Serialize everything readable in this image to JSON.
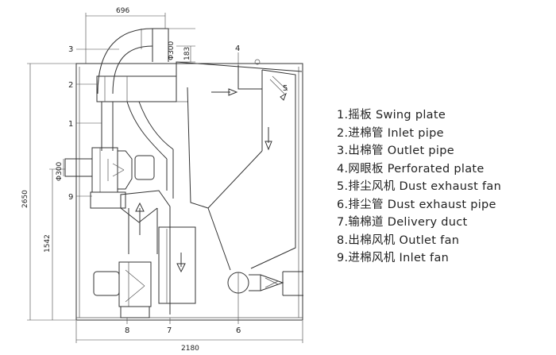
{
  "dimensions": {
    "width_top": "696",
    "width_bottom": "2180",
    "height_total": "2650",
    "height_partial": "1542",
    "outlet_diameter": "Φ300",
    "outlet_height": "183",
    "fan_diameter": "Φ300"
  },
  "callouts": [
    "1",
    "2",
    "3",
    "4",
    "5",
    "6",
    "7",
    "8",
    "9"
  ],
  "legend": [
    "1.摇板 Swing plate",
    "2.进棉管 Inlet pipe",
    "3.出棉管 Outlet pipe",
    "4.网眼板 Perforated plate",
    "5.排尘风机 Dust exhaust fan",
    "6.排尘管 Dust exhaust pipe",
    "7.输棉道 Delivery duct",
    "8.出棉风机 Outlet fan",
    "9.进棉风机 Inlet fan"
  ]
}
